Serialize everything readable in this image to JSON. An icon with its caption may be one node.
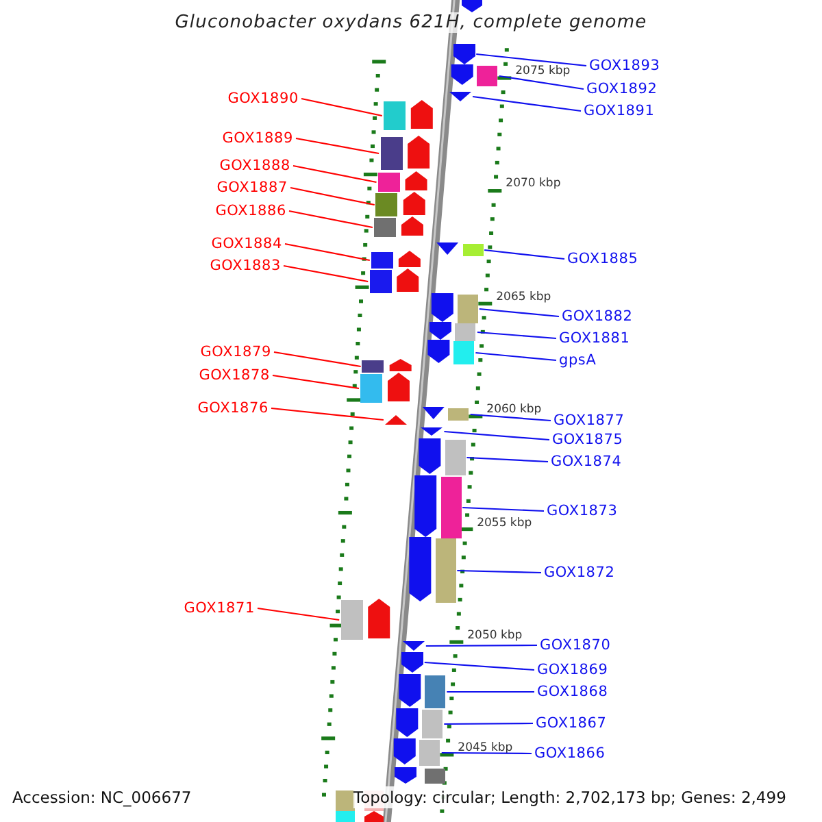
{
  "diagram": {
    "title": "Gluconobacter oxydans 621H, complete genome",
    "nodes": [
      {
        "text": [
          "GOX1893"
        ]
      },
      {
        "text": [],
        "shape": "pentagon"
      },
      {
        "text": [
          "GOX1890"
        ]
      },
      {
        "text": [],
        "shape": "box"
      },
      {
        "text": [
          "GOX1892"
        ]
      },
      {
        "text": [],
        "shape": "box"
      },
      {
        "text": [
          "GOX1891"
        ]
      },
      {
        "text": [],
        "shape": "triangle"
      },
      {
        "text": [
          "GOX1889"
        ]
      },
      {
        "text": [],
        "shape": "box"
      },
      {
        "text": [
          "GOX1888"
        ]
      },
      {
        "text": [],
        "shape": "box"
      },
      {
        "text": [
          "GOX1887"
        ]
      },
      {
        "text": [],
        "shape": "box"
      },
      {
        "text": [
          "GOX1886"
        ]
      },
      {
        "text": [],
        "shape": "box"
      },
      {
        "text": [
          "GOX1884"
        ]
      },
      {
        "text": [],
        "shape": "box"
      },
      {
        "text": [
          "GOX1885"
        ]
      },
      {
        "text": [],
        "shape": "box"
      },
      {
        "text": [
          "GOX1883"
        ]
      },
      {
        "text": [],
        "shape": "box"
      },
      {
        "text": [
          "GOX1882"
        ]
      },
      {
        "text": [],
        "shape": "box"
      },
      {
        "text": [
          "GOX1881"
        ]
      },
      {
        "text": [],
        "shape": "box"
      },
      {
        "text": [
          "GOX1879"
        ]
      },
      {
        "text": [],
        "shape": "box"
      },
      {
        "text": [
          "gpsA"
        ]
      },
      {
        "text": [],
        "shape": "box"
      },
      {
        "text": [
          "GOX1878"
        ]
      },
      {
        "text": [],
        "shape": "box"
      },
      {
        "text": [
          "GOX1876"
        ]
      },
      {
        "text": [],
        "shape": "triangle"
      },
      {
        "text": [
          "GOX1877"
        ]
      },
      {
        "text": [],
        "shape": "box"
      },
      {
        "text": [
          "GOX1875"
        ]
      },
      {
        "text": [],
        "shape": "triangle"
      },
      {
        "text": [
          "GOX1874"
        ]
      },
      {
        "text": [],
        "shape": "box"
      },
      {
        "text": [
          "GOX1873"
        ]
      },
      {
        "text": [],
        "shape": "box"
      },
      {
        "text": [
          "GOX1872"
        ]
      },
      {
        "text": [],
        "shape": "box"
      },
      {
        "text": [
          "GOX1871"
        ]
      },
      {
        "text": [],
        "shape": "box"
      },
      {
        "text": [
          "GOX1870"
        ]
      },
      {
        "text": [],
        "shape": "triangle"
      },
      {
        "text": [
          "GOX1869"
        ]
      },
      {
        "text": [],
        "shape": "pentagon"
      },
      {
        "text": [
          "GOX1868"
        ]
      },
      {
        "text": [],
        "shape": "box"
      },
      {
        "text": [
          "GOX1867"
        ]
      },
      {
        "text": [],
        "shape": "box"
      },
      {
        "text": [
          "GOX1866"
        ]
      },
      {
        "text": [],
        "shape": "box"
      }
    ],
    "edges": [
      {
        "from": 0,
        "to": 1,
        "arrow": "none"
      },
      {
        "from": 2,
        "to": 3,
        "arrow": "none",
        "color": "#ff0000"
      },
      {
        "from": 4,
        "to": 5,
        "arrow": "none"
      },
      {
        "from": 6,
        "to": 7,
        "arrow": "none"
      },
      {
        "from": 8,
        "to": 9,
        "arrow": "none",
        "color": "#ff0000"
      },
      {
        "from": 10,
        "to": 11,
        "arrow": "none",
        "color": "#ff0000"
      },
      {
        "from": 12,
        "to": 13,
        "arrow": "none",
        "color": "#ff0000"
      },
      {
        "from": 14,
        "to": 15,
        "arrow": "none",
        "color": "#ff0000"
      },
      {
        "from": 16,
        "to": 17,
        "arrow": "none",
        "color": "#ff0000"
      },
      {
        "from": 18,
        "to": 19,
        "arrow": "none"
      },
      {
        "from": 20,
        "to": 21,
        "arrow": "none",
        "color": "#ff0000"
      },
      {
        "from": 22,
        "to": 23,
        "arrow": "none"
      },
      {
        "from": 24,
        "to": 25,
        "arrow": "none"
      },
      {
        "from": 26,
        "to": 27,
        "arrow": "none",
        "color": "#ff0000"
      },
      {
        "from": 28,
        "to": 29,
        "arrow": "none"
      },
      {
        "from": 30,
        "to": 31,
        "arrow": "none",
        "color": "#ff0000"
      },
      {
        "from": 32,
        "to": 33,
        "arrow": "none",
        "color": "#ff0000"
      },
      {
        "from": 34,
        "to": 35,
        "arrow": "none"
      },
      {
        "from": 36,
        "to": 37,
        "arrow": "none"
      },
      {
        "from": 38,
        "to": 39,
        "arrow": "none"
      },
      {
        "from": 40,
        "to": 41,
        "arrow": "none"
      },
      {
        "from": 42,
        "to": 43,
        "arrow": "none"
      },
      {
        "from": 44,
        "to": 45,
        "arrow": "none",
        "color": "#ff0000"
      },
      {
        "from": 46,
        "to": 47,
        "arrow": "none"
      },
      {
        "from": 48,
        "to": 49,
        "arrow": "none"
      },
      {
        "from": 50,
        "to": 51,
        "arrow": "none"
      },
      {
        "from": 52,
        "to": 53,
        "arrow": "none"
      },
      {
        "from": 54,
        "to": 55,
        "arrow": "none"
      }
    ],
    "labels": [
      "2075 kbp",
      "2070 kbp",
      "2065 kbp",
      "2060 kbp",
      "2055 kbp",
      "2050 kbp",
      "2045 kbp",
      "Accession: NC_006677",
      "Topology: circular; Length: 2,702,173 bp; Genes: 2,499"
    ]
  }
}
